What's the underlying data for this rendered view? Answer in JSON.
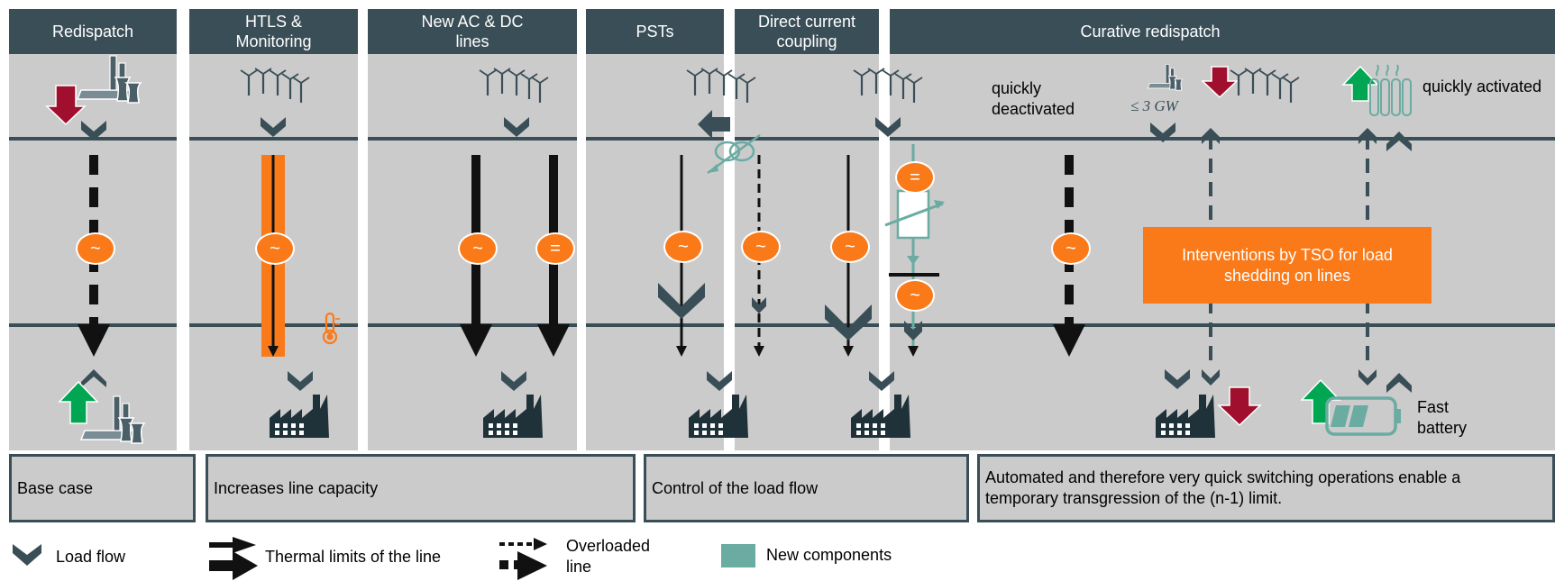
{
  "columns": [
    {
      "title": "Redispatch"
    },
    {
      "title": "HTLS &\nMonitoring"
    },
    {
      "title": "New AC & DC\nlines"
    },
    {
      "title": "PSTs"
    },
    {
      "title": "Direct current\ncoupling"
    },
    {
      "title": "Curative redispatch"
    }
  ],
  "symbols": {
    "ac": "~",
    "dc": "=",
    "leq_3gw": "≤ 3 GW"
  },
  "curative": {
    "quickly_deactivated": "quickly\ndeactivated",
    "quickly_activated": "quickly activated",
    "tso_box": "Interventions by TSO for load\nshedding on lines",
    "fast_battery": "Fast\nbattery"
  },
  "descriptions": {
    "base_case": "Base case",
    "line_capacity": "Increases line capacity",
    "load_flow_control": "Control of the load flow",
    "automated": "Automated and therefore very quick switching operations enable a\ntemporary transgression of the (n-1) limit."
  },
  "legend": {
    "load_flow": "Load flow",
    "thermal_limits": "Thermal limits of the line",
    "overloaded": "Overloaded\nline",
    "new_components": "New components"
  },
  "colors": {
    "dark": "#3a4e57",
    "orange": "#fa7a1a",
    "green": "#00a651",
    "red": "#a0102e",
    "teal": "#6aaba2",
    "panel": "#cbcbcb"
  }
}
